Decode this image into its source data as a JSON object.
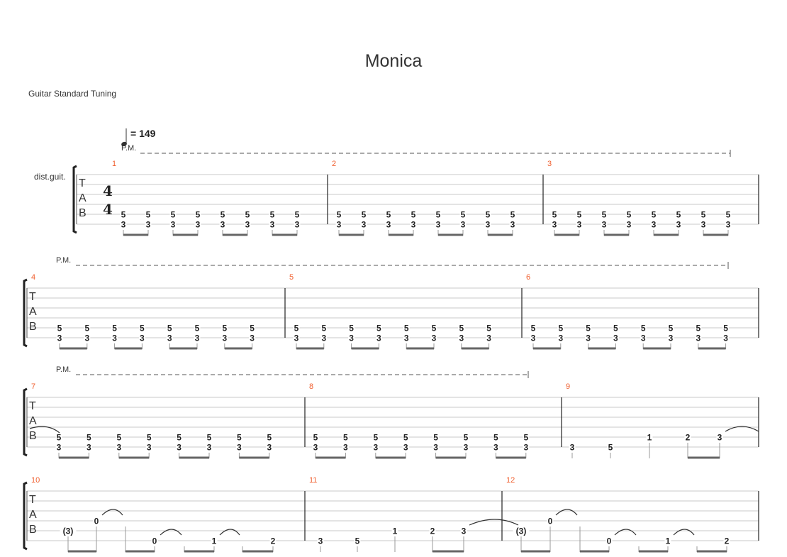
{
  "title": "Monica",
  "tuning": "Guitar Standard Tuning",
  "tempo": {
    "label": "= 149",
    "bpm": 149
  },
  "track_label": "dist.guit.",
  "tab_letters": [
    "T",
    "A",
    "B"
  ],
  "time_signature": {
    "num": "4",
    "den": "4"
  },
  "palm_mute_label": "P.M.",
  "colors": {
    "measure_number": "#f06030",
    "staff": "#c8c8c8",
    "text": "#222"
  },
  "measures": [
    {
      "number": "1",
      "notes": [
        {
          "d": 8,
          "n": [
            [
              5,
              "5"
            ],
            [
              6,
              "3"
            ]
          ]
        },
        {
          "d": 8,
          "n": [
            [
              5,
              "5"
            ],
            [
              6,
              "3"
            ]
          ]
        },
        {
          "d": 8,
          "n": [
            [
              5,
              "5"
            ],
            [
              6,
              "3"
            ]
          ]
        },
        {
          "d": 8,
          "n": [
            [
              5,
              "5"
            ],
            [
              6,
              "3"
            ]
          ]
        },
        {
          "d": 8,
          "n": [
            [
              5,
              "5"
            ],
            [
              6,
              "3"
            ]
          ]
        },
        {
          "d": 8,
          "n": [
            [
              5,
              "5"
            ],
            [
              6,
              "3"
            ]
          ]
        },
        {
          "d": 8,
          "n": [
            [
              5,
              "5"
            ],
            [
              6,
              "3"
            ]
          ]
        },
        {
          "d": 8,
          "n": [
            [
              5,
              "5"
            ],
            [
              6,
              "3"
            ]
          ]
        }
      ]
    },
    {
      "number": "2",
      "notes": [
        {
          "d": 8,
          "n": [
            [
              5,
              "5"
            ],
            [
              6,
              "3"
            ]
          ]
        },
        {
          "d": 8,
          "n": [
            [
              5,
              "5"
            ],
            [
              6,
              "3"
            ]
          ]
        },
        {
          "d": 8,
          "n": [
            [
              5,
              "5"
            ],
            [
              6,
              "3"
            ]
          ]
        },
        {
          "d": 8,
          "n": [
            [
              5,
              "5"
            ],
            [
              6,
              "3"
            ]
          ]
        },
        {
          "d": 8,
          "n": [
            [
              5,
              "5"
            ],
            [
              6,
              "3"
            ]
          ]
        },
        {
          "d": 8,
          "n": [
            [
              5,
              "5"
            ],
            [
              6,
              "3"
            ]
          ]
        },
        {
          "d": 8,
          "n": [
            [
              5,
              "5"
            ],
            [
              6,
              "3"
            ]
          ]
        },
        {
          "d": 8,
          "n": [
            [
              5,
              "5"
            ],
            [
              6,
              "3"
            ]
          ]
        }
      ]
    },
    {
      "number": "3",
      "notes": [
        {
          "d": 8,
          "n": [
            [
              5,
              "5"
            ],
            [
              6,
              "3"
            ]
          ]
        },
        {
          "d": 8,
          "n": [
            [
              5,
              "5"
            ],
            [
              6,
              "3"
            ]
          ]
        },
        {
          "d": 8,
          "n": [
            [
              5,
              "5"
            ],
            [
              6,
              "3"
            ]
          ]
        },
        {
          "d": 8,
          "n": [
            [
              5,
              "5"
            ],
            [
              6,
              "3"
            ]
          ]
        },
        {
          "d": 8,
          "n": [
            [
              5,
              "5"
            ],
            [
              6,
              "3"
            ]
          ]
        },
        {
          "d": 8,
          "n": [
            [
              5,
              "5"
            ],
            [
              6,
              "3"
            ]
          ]
        },
        {
          "d": 8,
          "n": [
            [
              5,
              "5"
            ],
            [
              6,
              "3"
            ]
          ]
        },
        {
          "d": 8,
          "n": [
            [
              5,
              "5"
            ],
            [
              6,
              "3"
            ]
          ]
        }
      ]
    },
    {
      "number": "4",
      "notes": [
        {
          "d": 8,
          "n": [
            [
              5,
              "5"
            ],
            [
              6,
              "3"
            ]
          ]
        },
        {
          "d": 8,
          "n": [
            [
              5,
              "5"
            ],
            [
              6,
              "3"
            ]
          ]
        },
        {
          "d": 8,
          "n": [
            [
              5,
              "5"
            ],
            [
              6,
              "3"
            ]
          ]
        },
        {
          "d": 8,
          "n": [
            [
              5,
              "5"
            ],
            [
              6,
              "3"
            ]
          ]
        },
        {
          "d": 8,
          "n": [
            [
              5,
              "5"
            ],
            [
              6,
              "3"
            ]
          ]
        },
        {
          "d": 8,
          "n": [
            [
              5,
              "5"
            ],
            [
              6,
              "3"
            ]
          ]
        },
        {
          "d": 8,
          "n": [
            [
              5,
              "5"
            ],
            [
              6,
              "3"
            ]
          ]
        },
        {
          "d": 8,
          "n": [
            [
              5,
              "5"
            ],
            [
              6,
              "3"
            ]
          ]
        }
      ]
    },
    {
      "number": "5",
      "notes": [
        {
          "d": 8,
          "n": [
            [
              5,
              "5"
            ],
            [
              6,
              "3"
            ]
          ]
        },
        {
          "d": 8,
          "n": [
            [
              5,
              "5"
            ],
            [
              6,
              "3"
            ]
          ]
        },
        {
          "d": 8,
          "n": [
            [
              5,
              "5"
            ],
            [
              6,
              "3"
            ]
          ]
        },
        {
          "d": 8,
          "n": [
            [
              5,
              "5"
            ],
            [
              6,
              "3"
            ]
          ]
        },
        {
          "d": 8,
          "n": [
            [
              5,
              "5"
            ],
            [
              6,
              "3"
            ]
          ]
        },
        {
          "d": 8,
          "n": [
            [
              5,
              "5"
            ],
            [
              6,
              "3"
            ]
          ]
        },
        {
          "d": 8,
          "n": [
            [
              5,
              "5"
            ],
            [
              6,
              "3"
            ]
          ]
        },
        {
          "d": 8,
          "n": [
            [
              5,
              "5"
            ],
            [
              6,
              "3"
            ]
          ]
        }
      ]
    },
    {
      "number": "6",
      "notes": [
        {
          "d": 8,
          "n": [
            [
              5,
              "5"
            ],
            [
              6,
              "3"
            ]
          ]
        },
        {
          "d": 8,
          "n": [
            [
              5,
              "5"
            ],
            [
              6,
              "3"
            ]
          ]
        },
        {
          "d": 8,
          "n": [
            [
              5,
              "5"
            ],
            [
              6,
              "3"
            ]
          ]
        },
        {
          "d": 8,
          "n": [
            [
              5,
              "5"
            ],
            [
              6,
              "3"
            ]
          ]
        },
        {
          "d": 8,
          "n": [
            [
              5,
              "5"
            ],
            [
              6,
              "3"
            ]
          ]
        },
        {
          "d": 8,
          "n": [
            [
              5,
              "5"
            ],
            [
              6,
              "3"
            ]
          ]
        },
        {
          "d": 8,
          "n": [
            [
              5,
              "5"
            ],
            [
              6,
              "3"
            ]
          ]
        },
        {
          "d": 8,
          "n": [
            [
              5,
              "5"
            ],
            [
              6,
              "3"
            ]
          ]
        }
      ]
    },
    {
      "number": "7",
      "notes": [
        {
          "d": 8,
          "n": [
            [
              5,
              "5"
            ],
            [
              6,
              "3"
            ]
          ]
        },
        {
          "d": 8,
          "n": [
            [
              5,
              "5"
            ],
            [
              6,
              "3"
            ]
          ]
        },
        {
          "d": 8,
          "n": [
            [
              5,
              "5"
            ],
            [
              6,
              "3"
            ]
          ]
        },
        {
          "d": 8,
          "n": [
            [
              5,
              "5"
            ],
            [
              6,
              "3"
            ]
          ]
        },
        {
          "d": 8,
          "n": [
            [
              5,
              "5"
            ],
            [
              6,
              "3"
            ]
          ]
        },
        {
          "d": 8,
          "n": [
            [
              5,
              "5"
            ],
            [
              6,
              "3"
            ]
          ]
        },
        {
          "d": 8,
          "n": [
            [
              5,
              "5"
            ],
            [
              6,
              "3"
            ]
          ]
        },
        {
          "d": 8,
          "n": [
            [
              5,
              "5"
            ],
            [
              6,
              "3"
            ]
          ]
        }
      ]
    },
    {
      "number": "8",
      "notes": [
        {
          "d": 8,
          "n": [
            [
              5,
              "5"
            ],
            [
              6,
              "3"
            ]
          ]
        },
        {
          "d": 8,
          "n": [
            [
              5,
              "5"
            ],
            [
              6,
              "3"
            ]
          ]
        },
        {
          "d": 8,
          "n": [
            [
              5,
              "5"
            ],
            [
              6,
              "3"
            ]
          ]
        },
        {
          "d": 8,
          "n": [
            [
              5,
              "5"
            ],
            [
              6,
              "3"
            ]
          ]
        },
        {
          "d": 8,
          "n": [
            [
              5,
              "5"
            ],
            [
              6,
              "3"
            ]
          ]
        },
        {
          "d": 8,
          "n": [
            [
              5,
              "5"
            ],
            [
              6,
              "3"
            ]
          ]
        },
        {
          "d": 8,
          "n": [
            [
              5,
              "5"
            ],
            [
              6,
              "3"
            ]
          ]
        },
        {
          "d": 8,
          "n": [
            [
              5,
              "5"
            ],
            [
              6,
              "3"
            ]
          ]
        }
      ]
    },
    {
      "number": "9",
      "notes": [
        {
          "d": 4,
          "n": [
            [
              6,
              "3"
            ]
          ]
        },
        {
          "d": 4,
          "n": [
            [
              6,
              "5"
            ]
          ]
        },
        {
          "d": 4,
          "n": [
            [
              5,
              "1"
            ]
          ]
        },
        {
          "d": 8,
          "n": [
            [
              5,
              "2"
            ]
          ]
        },
        {
          "d": 8,
          "n": [
            [
              5,
              "3"
            ]
          ],
          "tie": true
        }
      ]
    },
    {
      "number": "10",
      "notes": [
        {
          "d": 8,
          "n": [
            [
              5,
              "(3)"
            ]
          ]
        },
        {
          "d": 8,
          "n": [
            [
              4,
              "0"
            ]
          ],
          "tie": true
        },
        {
          "d": 8,
          "n": [
            [
              4,
              ""
            ]
          ]
        },
        {
          "d": 8,
          "n": [
            [
              6,
              "0"
            ]
          ],
          "tie": true
        },
        {
          "d": 8,
          "n": [
            [
              6,
              ""
            ]
          ]
        },
        {
          "d": 8,
          "n": [
            [
              6,
              "1"
            ]
          ],
          "tie": true
        },
        {
          "d": 8,
          "n": [
            [
              6,
              ""
            ]
          ]
        },
        {
          "d": 8,
          "n": [
            [
              6,
              "2"
            ]
          ]
        }
      ]
    },
    {
      "number": "11",
      "notes": [
        {
          "d": 4,
          "n": [
            [
              6,
              "3"
            ]
          ]
        },
        {
          "d": 4,
          "n": [
            [
              6,
              "5"
            ]
          ]
        },
        {
          "d": 4,
          "n": [
            [
              5,
              "1"
            ]
          ]
        },
        {
          "d": 8,
          "n": [
            [
              5,
              "2"
            ]
          ]
        },
        {
          "d": 8,
          "n": [
            [
              5,
              "3"
            ]
          ],
          "tie": true
        }
      ]
    },
    {
      "number": "12",
      "notes": [
        {
          "d": 8,
          "n": [
            [
              5,
              "(3)"
            ]
          ]
        },
        {
          "d": 8,
          "n": [
            [
              4,
              "0"
            ]
          ],
          "tie": true
        },
        {
          "d": 8,
          "n": [
            [
              4,
              ""
            ]
          ]
        },
        {
          "d": 8,
          "n": [
            [
              6,
              "0"
            ]
          ],
          "tie": true
        },
        {
          "d": 8,
          "n": [
            [
              6,
              ""
            ]
          ]
        },
        {
          "d": 8,
          "n": [
            [
              6,
              "1"
            ]
          ],
          "tie": true
        },
        {
          "d": 8,
          "n": [
            [
              6,
              ""
            ]
          ]
        },
        {
          "d": 8,
          "n": [
            [
              6,
              "2"
            ]
          ]
        }
      ]
    }
  ]
}
